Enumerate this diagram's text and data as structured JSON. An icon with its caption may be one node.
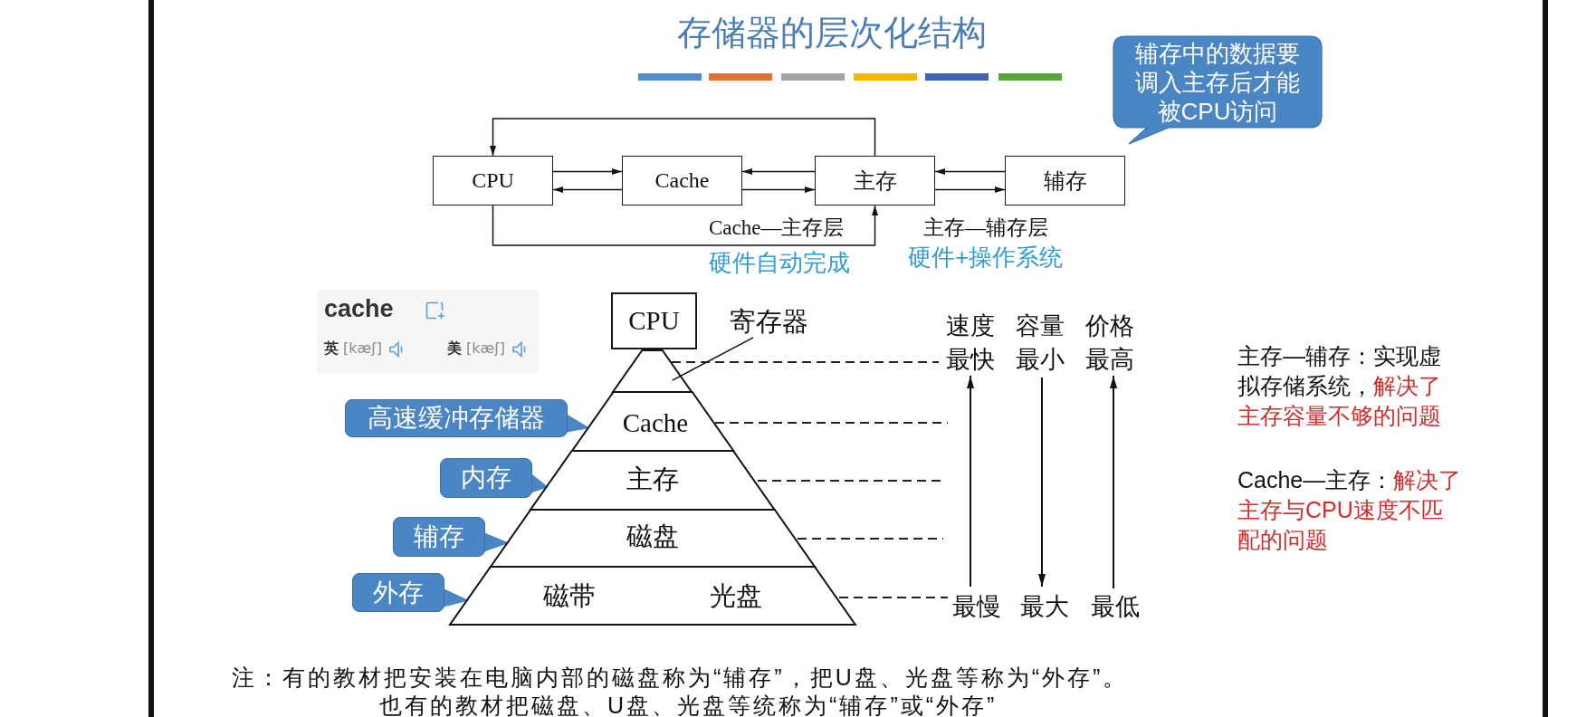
{
  "diagram": {
    "title": "存储器的层次化结构",
    "nodes": [
      {
        "text": [
          "辅存中的数据要调入主存后才能被CPU访问"
        ]
      },
      {
        "text": [
          "CPU"
        ]
      },
      {
        "text": [
          "Cache"
        ]
      },
      {
        "text": [
          "主存"
        ]
      },
      {
        "text": [
          "辅存"
        ]
      },
      {
        "text": [
          "CPU"
        ]
      },
      {
        "text": [
          "寄存器"
        ]
      },
      {
        "text": [],
        "shape": "trapezoid"
      },
      {
        "text": [
          "高速缓冲存储器"
        ]
      },
      {
        "text": [
          "Cache"
        ]
      },
      {
        "text": [
          "内存"
        ]
      },
      {
        "text": [
          "主存"
        ]
      },
      {
        "text": [
          "辅存"
        ]
      },
      {
        "text": [
          "磁盘"
        ]
      },
      {
        "text": [
          "外存"
        ]
      },
      {
        "text": [
          "磁带",
          "光盘"
        ]
      }
    ],
    "edges": [
      {
        "from": 1,
        "to": 2,
        "arrow": "to"
      },
      {
        "from": 2,
        "to": 1,
        "arrow": "to"
      },
      {
        "from": 3,
        "to": 2,
        "arrow": "to"
      },
      {
        "from": 2,
        "to": 3,
        "arrow": "to"
      },
      {
        "from": 4,
        "to": 3,
        "arrow": "to"
      },
      {
        "from": 3,
        "to": 4,
        "arrow": "to"
      },
      {
        "from": 3,
        "to": 1,
        "arrow": "to"
      },
      {
        "from": 1,
        "to": 3,
        "arrow": "to"
      },
      {
        "from": 6,
        "to": 7,
        "arrow": "none"
      },
      {
        "from": 8,
        "to": 9,
        "arrow": "to"
      },
      {
        "from": 10,
        "to": 11,
        "arrow": "to"
      },
      {
        "from": 12,
        "to": 13,
        "arrow": "to"
      },
      {
        "from": 14,
        "to": 15,
        "arrow": "to"
      }
    ],
    "labels": [
      "Cache—主存层",
      "主存—辅存层",
      "硬件自动完成",
      "硬件+操作系统",
      "cache",
      "**英** [kæʃ]",
      "**美** [kæʃ]",
      "速度",
      "容量",
      "价格",
      "最快",
      "最小",
      "最高",
      "最慢",
      "最大",
      "最低",
      "主存—辅存：实现虚拟存储系统，**解决了主存容量不够的问题**",
      "Cache—主存：**解决了主存与CPU速度不匹配的问题**",
      "注：有的教材把安装在电脑内部的磁盘称为“辅存”，把U盘、光盘等称为“外存”。",
      "也有的教材把磁盘、U盘、光盘等统称为“辅存”或“外存”"
    ]
  }
}
